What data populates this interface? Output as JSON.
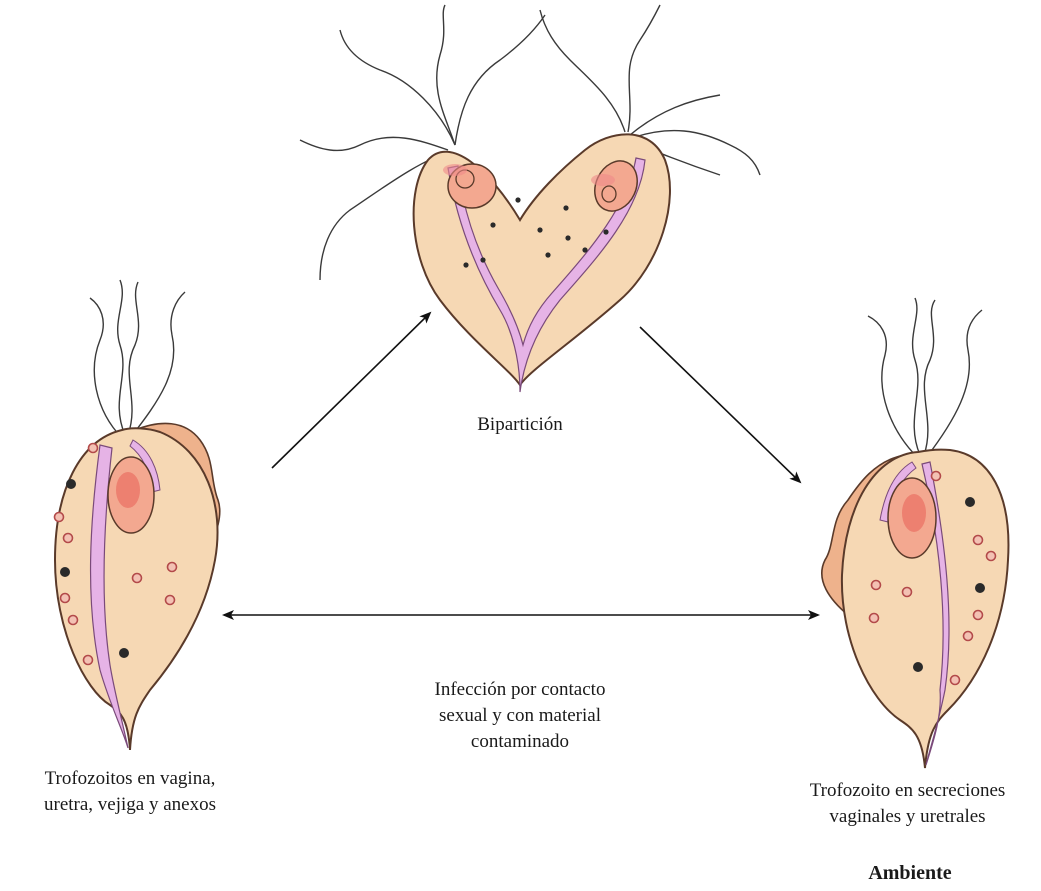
{
  "labels": {
    "bipartition": "Bipartición",
    "left_line1": "Trofozoitos en vagina,",
    "left_line2": "uretra, vejiga y anexos",
    "center_line1": "Infección por contacto",
    "center_line2": "sexual y con material",
    "center_line3": "contaminado",
    "right_line1": "Trofozoito en secreciones",
    "right_line2": "vaginales y uretrales",
    "environment": "Ambiente"
  },
  "colors": {
    "body_fill": "#f6d8b4",
    "body_outline": "#5a3a2a",
    "membrane": "#eeb28c",
    "axostyle": "#e6b3e6",
    "nucleus": "#f3a890",
    "nucleus_core": "#ea6f63",
    "granule_dark": "#2a2a2a",
    "granule_ring": "#c86a6a",
    "arrow": "#111111"
  }
}
